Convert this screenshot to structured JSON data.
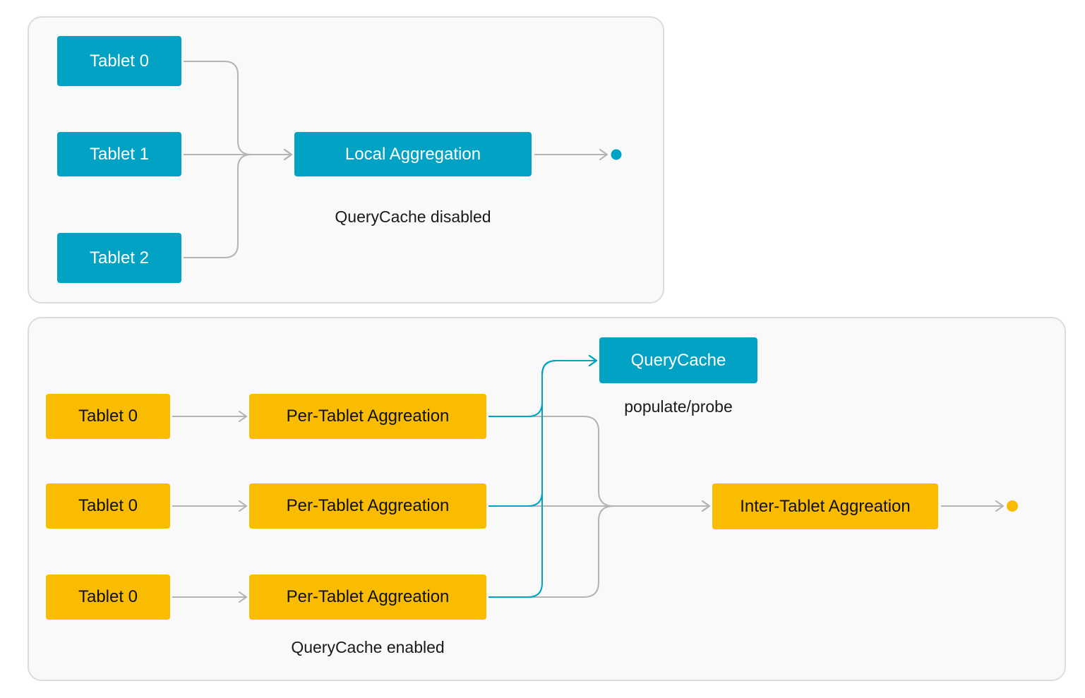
{
  "colors": {
    "blue": "#01a2c4",
    "yellow": "#f9bc00",
    "connector_gray": "#b4b4b4",
    "panel_background": "#f9f9f9",
    "panel_border": "#dcdcdf"
  },
  "disabled_section": {
    "caption": "QueryCache disabled",
    "tablets": [
      "Tablet 0",
      "Tablet 1",
      "Tablet 2"
    ],
    "aggregation": "Local Aggregation"
  },
  "enabled_section": {
    "caption": "QueryCache enabled",
    "tablets": [
      "Tablet 0",
      "Tablet 0",
      "Tablet 0"
    ],
    "per_tablet": [
      "Per-Tablet Aggreation",
      "Per-Tablet Aggreation",
      "Per-Tablet Aggreation"
    ],
    "cache": "QueryCache",
    "cache_caption": "populate/probe",
    "inter_tablet": "Inter-Tablet Aggreation"
  }
}
